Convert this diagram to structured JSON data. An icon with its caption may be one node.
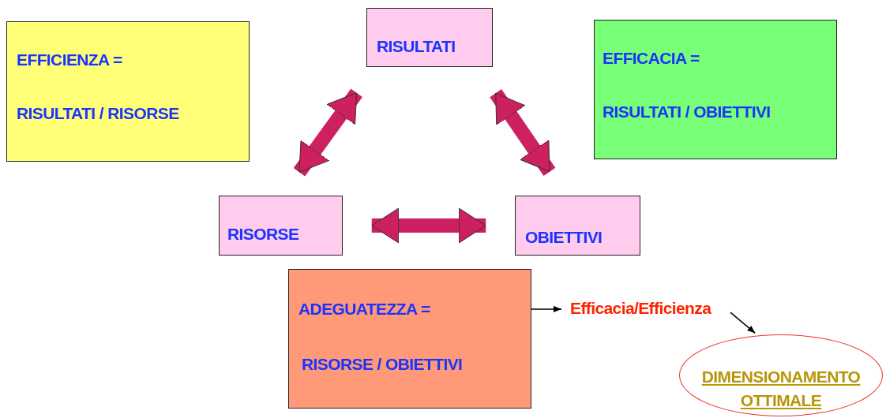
{
  "diagram": {
    "nodes": [
      {
        "text": [
          "EFFICIENZA =",
          "RISULTATI / RISORSE"
        ]
      },
      {
        "text": [
          "RISULTATI"
        ]
      },
      {
        "text": [
          "EFFICACIA =",
          "RISULTATI / OBIETTIVI"
        ]
      },
      {
        "text": [
          "RISORSE"
        ]
      },
      {
        "text": [
          "OBIETTIVI"
        ]
      },
      {
        "text": [
          "ADEGUATEZZA =",
          "RISORSE / OBIETTIVI"
        ]
      },
      {
        "text": [
          "Efficacia/Efficienza"
        ]
      },
      {
        "text": [
          "DIMENSIONAMENTO OTTIMALE"
        ]
      }
    ],
    "edges": [
      {
        "from": 3,
        "to": 1,
        "arrow": "both"
      },
      {
        "from": 1,
        "to": 4,
        "arrow": "both"
      },
      {
        "from": 3,
        "to": 4,
        "arrow": "both"
      },
      {
        "from": 5,
        "to": 6,
        "arrow": "to",
        "color": "#000000"
      },
      {
        "from": 6,
        "to": 7,
        "arrow": "to",
        "color": "#000000"
      }
    ]
  }
}
